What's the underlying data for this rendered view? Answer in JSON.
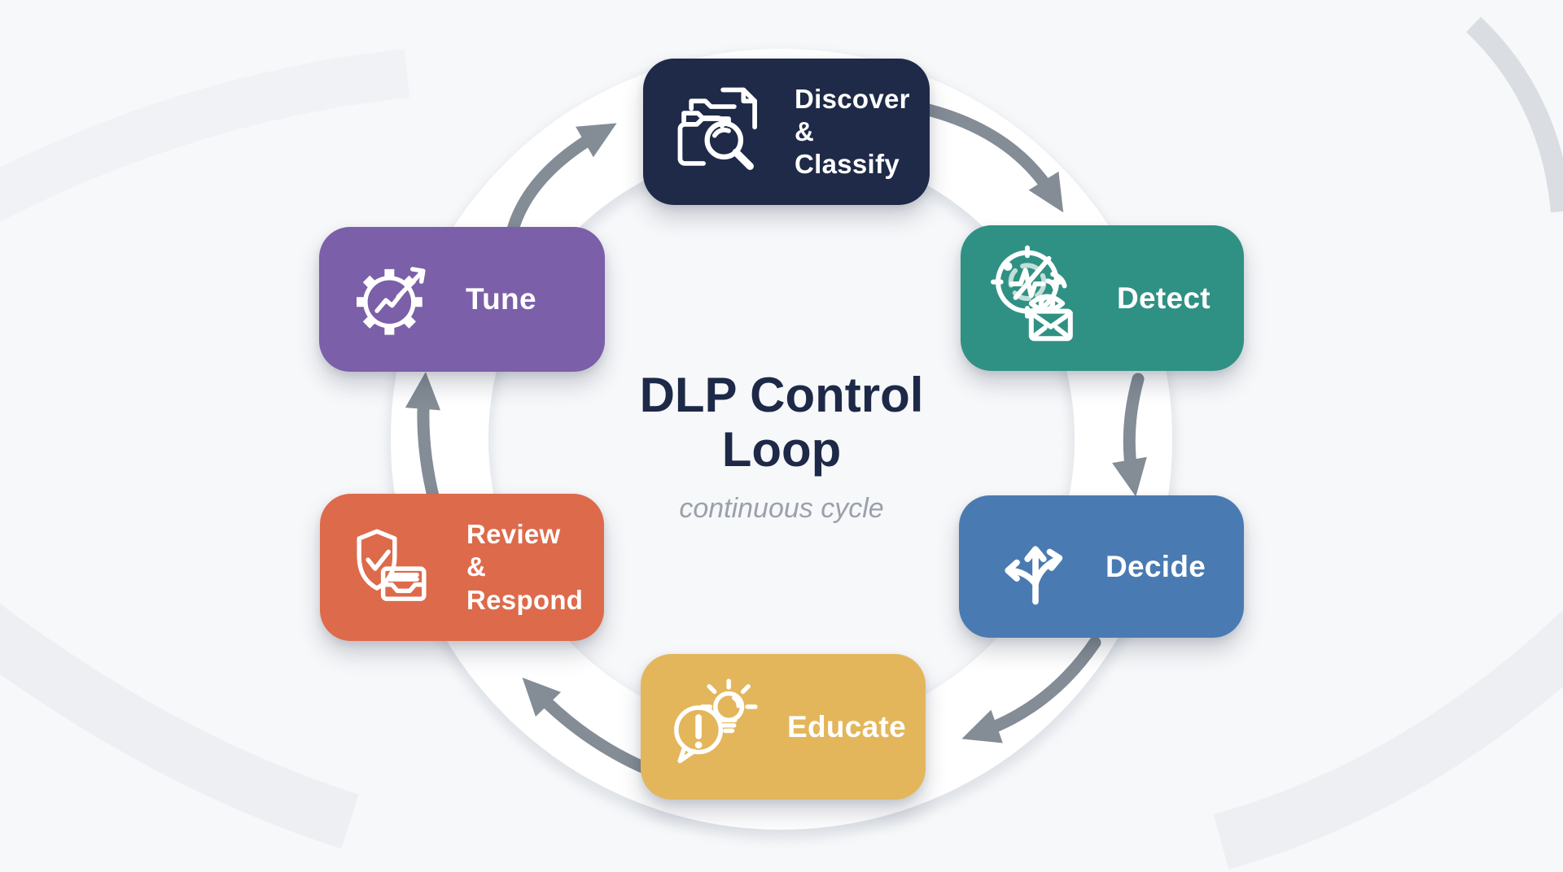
{
  "diagram": {
    "title": "DLP Control\nLoop",
    "subtitle": "continuous cycle",
    "title_color": "#1d2947",
    "subtitle_color": "#9aa1aa",
    "background_color": "#f7f8fa",
    "ring_color": "#ffffff",
    "arrow_color": "#848c96",
    "stages": [
      {
        "id": "discover-classify",
        "label": "Discover\n& Classify",
        "color": "#1e2a47",
        "icon": "folders-document-magnifier-icon"
      },
      {
        "id": "detect",
        "label": "Detect",
        "color": "#2f9183",
        "icon": "radar-pulse-eye-envelope-icon"
      },
      {
        "id": "decide",
        "label": "Decide",
        "color": "#4a7ab2",
        "icon": "branching-arrows-icon"
      },
      {
        "id": "educate",
        "label": "Educate",
        "color": "#e3b65c",
        "icon": "alert-bubble-lightbulb-icon"
      },
      {
        "id": "review-respond",
        "label": "Review &\nRespond",
        "color": "#dd6a4b",
        "icon": "shield-check-inbox-icon"
      },
      {
        "id": "tune",
        "label": "Tune",
        "color": "#7b5fa9",
        "icon": "gear-trend-arrow-icon"
      }
    ]
  }
}
